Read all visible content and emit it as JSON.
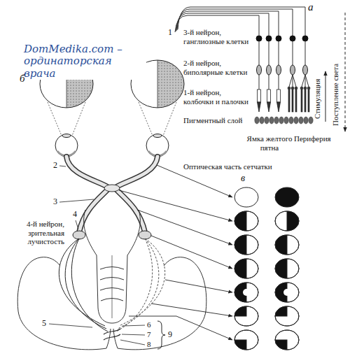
{
  "diagram": {
    "labels": [
      "а",
      "1",
      "3-й нейрон, ганглиозные клетки",
      "2-й нейрон, биполярные клетки",
      "1-й нейрон, колбочки и палочки",
      "Стимуляция",
      "Поступление света",
      "Пигментный слой",
      "Ямка желтого пятна",
      "Периферия",
      "Оптическая часть сетчатки",
      "DomMedika.com – ординаторская врача",
      "б",
      "в",
      "2",
      "3",
      "4-й нейрон, зрительная лучистость",
      "4",
      "5",
      "6",
      "7",
      "8",
      "9"
    ]
  }
}
